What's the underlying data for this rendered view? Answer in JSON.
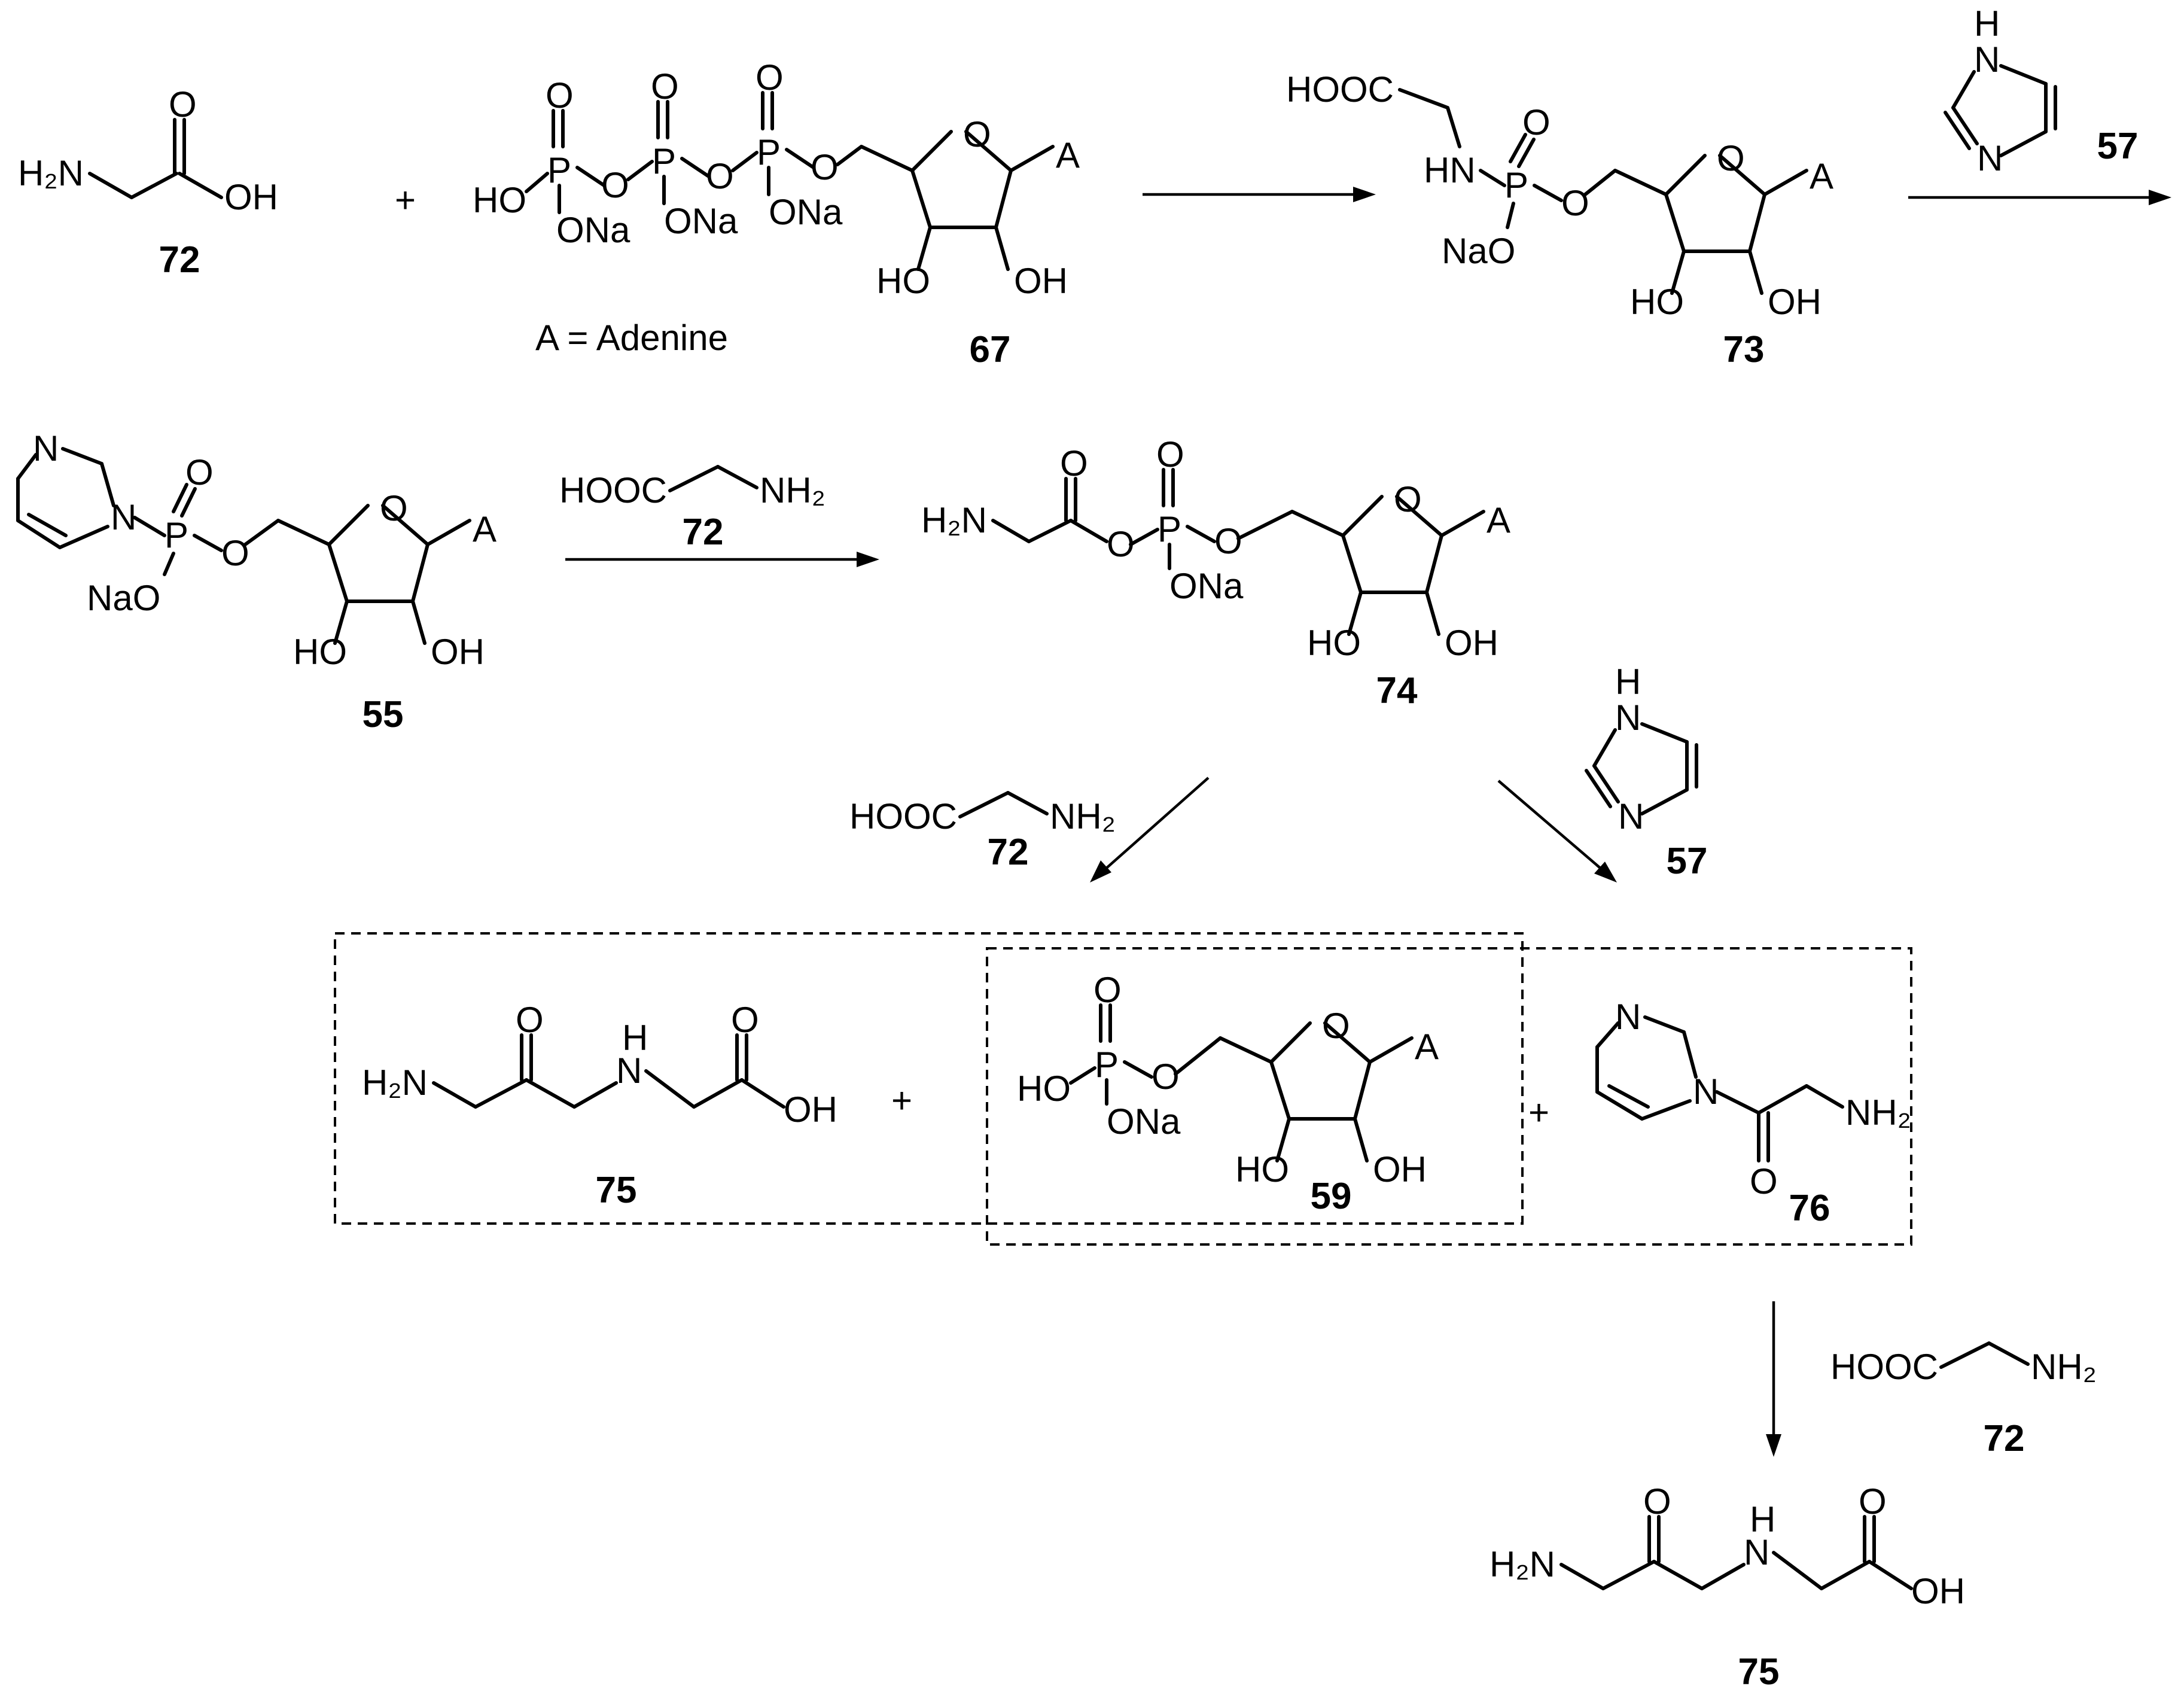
{
  "legend": "A = Adenine",
  "labels": {
    "c72": "72",
    "c67": "67",
    "c73": "73",
    "c57": "57",
    "c55": "55",
    "c74": "74",
    "c75": "75",
    "c59": "59",
    "c76": "76"
  },
  "atoms": {
    "h2n": "H₂N",
    "nh2": "NH₂",
    "oh": "OH",
    "ho": "HO",
    "o": "O",
    "p": "P",
    "ona": "ONa",
    "nao": "NaO",
    "hooc": "HOOC",
    "hn": "HN",
    "n": "N",
    "h": "H",
    "a": "A",
    "plus": "+"
  }
}
